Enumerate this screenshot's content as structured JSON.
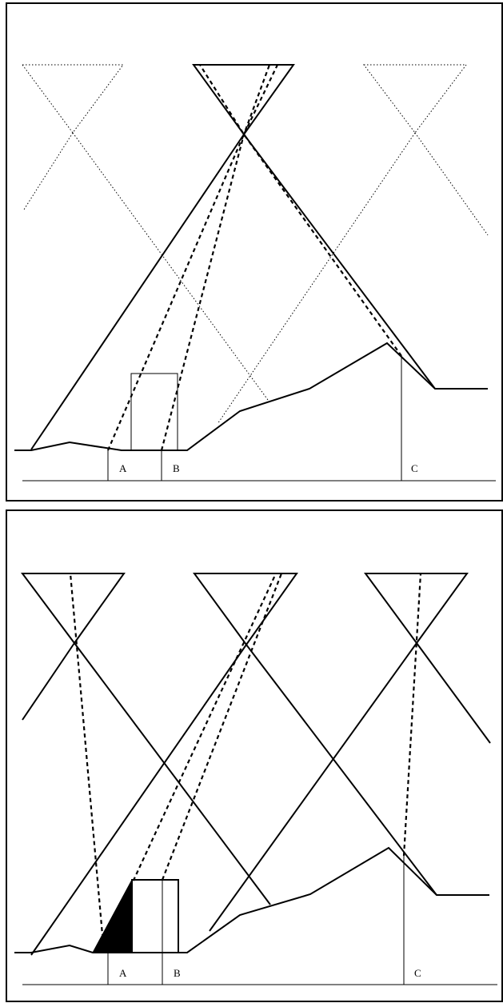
{
  "panels": [
    {
      "id": "top",
      "labels": {
        "a": "A",
        "b": "B",
        "c": "C"
      }
    },
    {
      "id": "bottom",
      "labels": {
        "a": "A",
        "b": "B",
        "c": "C"
      }
    }
  ]
}
